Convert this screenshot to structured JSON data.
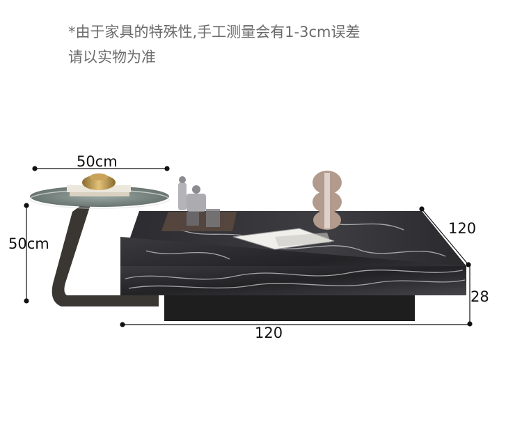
{
  "notes": {
    "line1": "*由于家具的特殊性,手工测量会有1-3cm误差",
    "line2": "请以实物为准"
  },
  "dimensions": {
    "side_table_width": "50cm",
    "side_table_height": "50cm",
    "coffee_table_depth": "120",
    "coffee_table_height": "28",
    "coffee_table_length": "120"
  },
  "colors": {
    "marble_dark": "#2a2a2e",
    "marble_vein": "#d9d9d9",
    "metal_frame": "#3a3632",
    "side_top": "#7d8a86",
    "base_black": "#1e1e1e"
  }
}
